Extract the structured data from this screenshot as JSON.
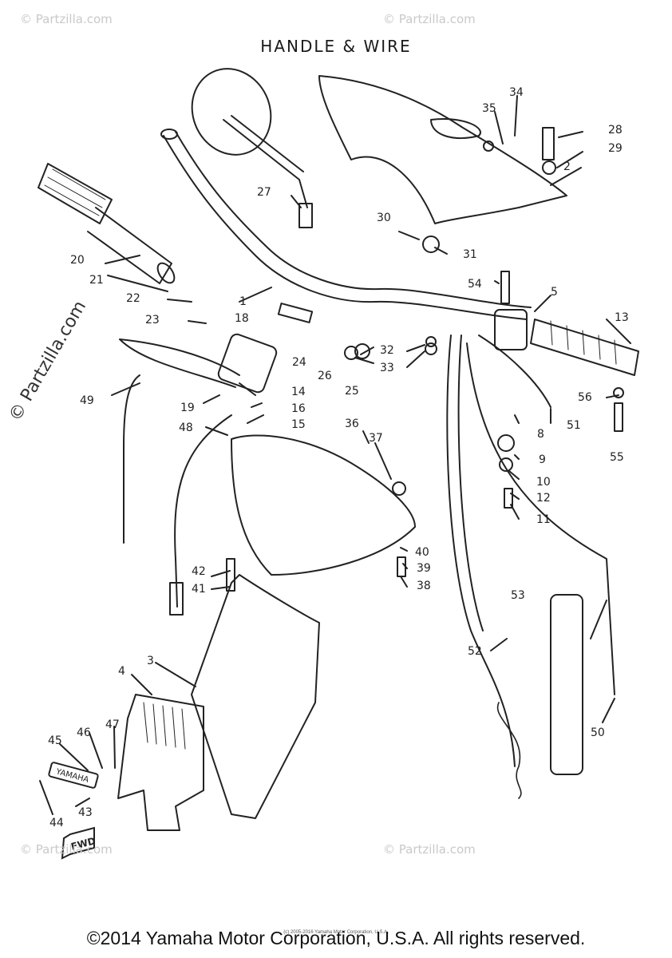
{
  "title": "HANDLE & WIRE",
  "footer": "©2014 Yamaha Motor Corporation, U.S.A. All rights reserved.",
  "credit_small": "(c) 2005-2016 Yamaha Motor Corporation, U.S.A.",
  "watermark_main": "© Partzilla.com",
  "watermark_faint": "© Partzilla.com",
  "emblem_text": "YAMAHA",
  "arrow_text": "FWD",
  "callouts": [
    "1",
    "2",
    "3",
    "4",
    "5",
    "8",
    "9",
    "10",
    "11",
    "12",
    "13",
    "14",
    "15",
    "16",
    "18",
    "19",
    "20",
    "21",
    "22",
    "23",
    "24",
    "25",
    "26",
    "27",
    "28",
    "29",
    "30",
    "31",
    "32",
    "33",
    "34",
    "35",
    "36",
    "37",
    "38",
    "39",
    "40",
    "41",
    "42",
    "43",
    "44",
    "45",
    "46",
    "47",
    "48",
    "49",
    "50",
    "51",
    "52",
    "53",
    "54",
    "55",
    "56"
  ]
}
